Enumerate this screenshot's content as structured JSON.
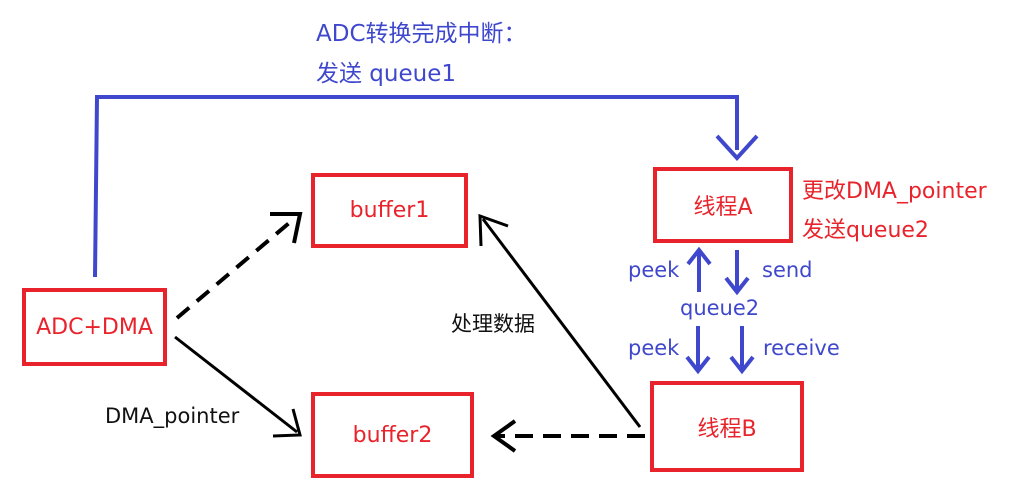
{
  "colors": {
    "blue": "#3f48cc",
    "red": "#e8232b",
    "black": "#000000"
  },
  "interrupt_note": {
    "line1": "ADC转换完成中断：",
    "line2": "发送 queue1"
  },
  "nodes": {
    "adc_dma": "ADC+DMA",
    "buffer1": "buffer1",
    "buffer2": "buffer2",
    "thread_a": "线程A",
    "thread_b": "线程B"
  },
  "thread_a_note": {
    "line1": "更改DMA_pointer",
    "line2": "发送queue2"
  },
  "queue2": "queue2",
  "labels": {
    "peek_top": "peek",
    "send": "send",
    "peek_bottom": "peek",
    "receive": "receive",
    "process_data": "处理数据",
    "dma_pointer": "DMA_pointer"
  }
}
